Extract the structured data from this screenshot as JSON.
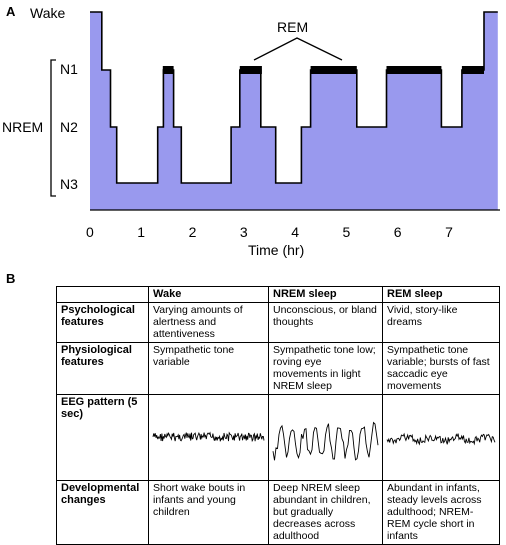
{
  "panel_a_label": "A",
  "panel_b_label": "B",
  "hypnogram": {
    "stage_labels": {
      "wake": "Wake",
      "n1": "N1",
      "n2": "N2",
      "n3": "N3",
      "nrem": "NREM"
    },
    "rem_annotation": "REM",
    "x_axis_title": "Time (hr)",
    "x_ticks": [
      "0",
      "1",
      "2",
      "3",
      "4",
      "5",
      "6",
      "7"
    ],
    "fill_color": "#9999ee",
    "rem_bar_color": "#000000",
    "profile": [
      {
        "t": 0.0,
        "stage": "wake"
      },
      {
        "t": 0.23,
        "stage": "n1"
      },
      {
        "t": 0.4,
        "stage": "n2"
      },
      {
        "t": 0.52,
        "stage": "n3"
      },
      {
        "t": 1.32,
        "stage": "n2"
      },
      {
        "t": 1.43,
        "stage": "n1"
      },
      {
        "t": 1.63,
        "stage": "n2"
      },
      {
        "t": 1.78,
        "stage": "n3"
      },
      {
        "t": 2.75,
        "stage": "n2"
      },
      {
        "t": 2.92,
        "stage": "n1"
      },
      {
        "t": 3.33,
        "stage": "n2"
      },
      {
        "t": 3.62,
        "stage": "n3"
      },
      {
        "t": 4.12,
        "stage": "n2"
      },
      {
        "t": 4.3,
        "stage": "n1"
      },
      {
        "t": 5.2,
        "stage": "n2"
      },
      {
        "t": 5.78,
        "stage": "n1"
      },
      {
        "t": 6.85,
        "stage": "n2"
      },
      {
        "t": 7.25,
        "stage": "n1"
      },
      {
        "t": 7.68,
        "stage": "wake"
      },
      {
        "t": 7.95,
        "stage": "wake"
      }
    ],
    "rem_periods": [
      [
        1.42,
        1.63
      ],
      [
        2.92,
        3.35
      ],
      [
        4.3,
        5.2
      ],
      [
        5.78,
        6.85
      ],
      [
        7.25,
        7.68
      ]
    ]
  },
  "table": {
    "headers": [
      "",
      "Wake",
      "NREM sleep",
      "REM sleep"
    ],
    "rows": {
      "psych": {
        "label": "Psychological features",
        "wake": "Varying amounts of alertness and attentiveness",
        "nrem": "Unconscious, or bland thoughts",
        "rem": "Vivid, story-like dreams"
      },
      "phys": {
        "label": "Physiological features",
        "wake": "Sympathetic tone variable",
        "nrem": "Sympathetic tone low; roving eye movements in light NREM sleep",
        "rem": "Sympathetic tone variable; bursts of fast saccadic eye movements"
      },
      "eeg": {
        "label": "EEG pattern (5 sec)"
      },
      "dev": {
        "label": "Developmental changes",
        "wake": "Short wake bouts in infants and young children",
        "nrem": "Deep NREM sleep abundant in children, but gradually decreases across adulthood",
        "rem": "Abundant in infants, steady levels across adulthood; NREM-REM cycle short in infants"
      }
    }
  }
}
